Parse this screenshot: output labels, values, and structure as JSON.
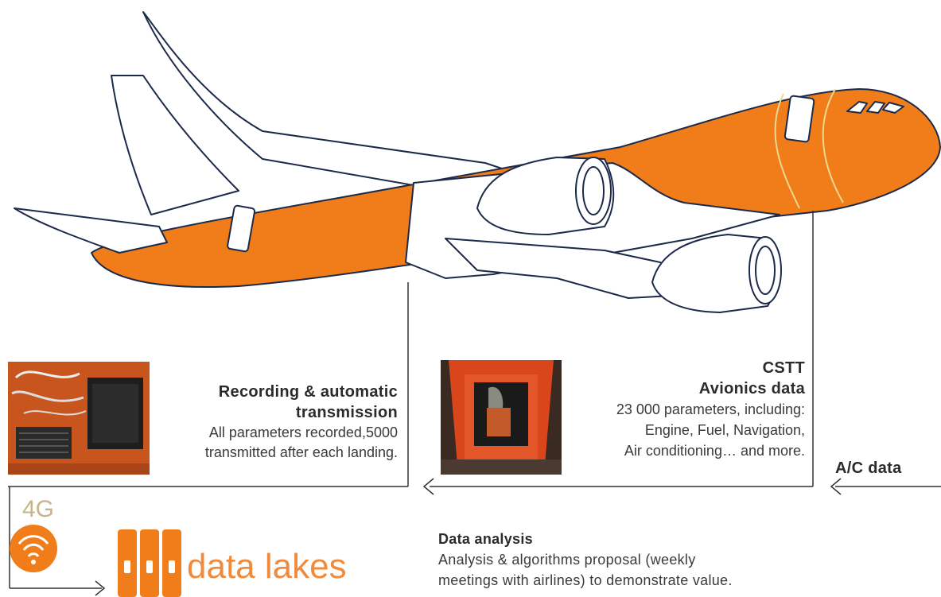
{
  "colors": {
    "accent": "#f07d1a",
    "outline": "#1c2a4a",
    "text": "#3a3a3a",
    "g4_label": "#c8b48a"
  },
  "recording": {
    "title_line1": "Recording & automatic",
    "title_line2": "transmission",
    "body_line1": "All parameters recorded,5000",
    "body_line2": "transmitted after each landing."
  },
  "cstt": {
    "title": "CSTT",
    "subtitle": "Avionics data",
    "body_line1": "23 000 parameters, including:",
    "body_line2": "Engine, Fuel, Navigation,",
    "body_line3": "Air conditioning… and more."
  },
  "ac_data": "A/C data",
  "connectivity": {
    "network": "4G",
    "storage": "data lakes"
  },
  "analysis": {
    "title": "Data analysis",
    "body_line1": "Analysis & algorithms proposal (weekly",
    "body_line2": "meetings with airlines) to demonstrate value."
  },
  "icons": [
    "airplane-illustration",
    "wifi-icon",
    "server-racks-icon",
    "arrow-left-icon",
    "arrow-right-icon"
  ]
}
